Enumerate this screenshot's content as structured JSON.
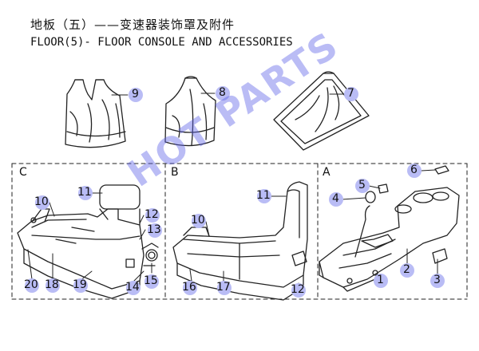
{
  "title": {
    "chinese": "地板（五）——变速器装饰罩及附件",
    "english": "FLOOR(5)- FLOOR CONSOLE AND ACCESSORIES"
  },
  "sections": [
    "C",
    "B",
    "A"
  ],
  "callouts": [
    "9",
    "8",
    "7",
    "6",
    "5",
    "4",
    "1",
    "2",
    "3",
    "11",
    "10",
    "12",
    "13",
    "14",
    "15",
    "19",
    "18",
    "20",
    "11",
    "10",
    "16",
    "17",
    "12"
  ],
  "watermark": "HOT PARTS",
  "colors": {
    "callout_fill": "#b9bcf5",
    "watermark": "#5a5fe6",
    "line": "#222222"
  }
}
